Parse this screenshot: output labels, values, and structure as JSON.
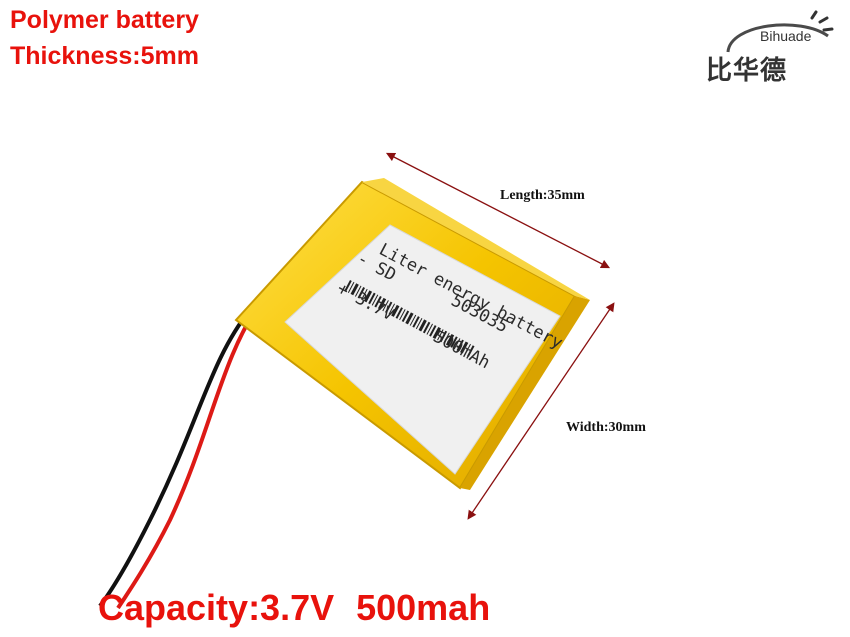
{
  "header": {
    "line1": "Polymer battery",
    "line2": "Thickness:5mm"
  },
  "logo": {
    "brand_en": "Bihuade",
    "brand_cn": "比华德"
  },
  "dimensions": {
    "length": "Length:35mm",
    "width": "Width:30mm"
  },
  "battery_label": {
    "line1": "Liter energy battery",
    "line2": "503035",
    "line3": "500mAh",
    "minus": "- SD",
    "plus": "+ 3.7V"
  },
  "footer": {
    "capacity_prefix": "Capacity:3.7V",
    "capacity_value": "500mah"
  },
  "colors": {
    "accent_red": "#e8120c",
    "battery_yellow": "#f5c400",
    "label_white": "#f2f2f2"
  }
}
